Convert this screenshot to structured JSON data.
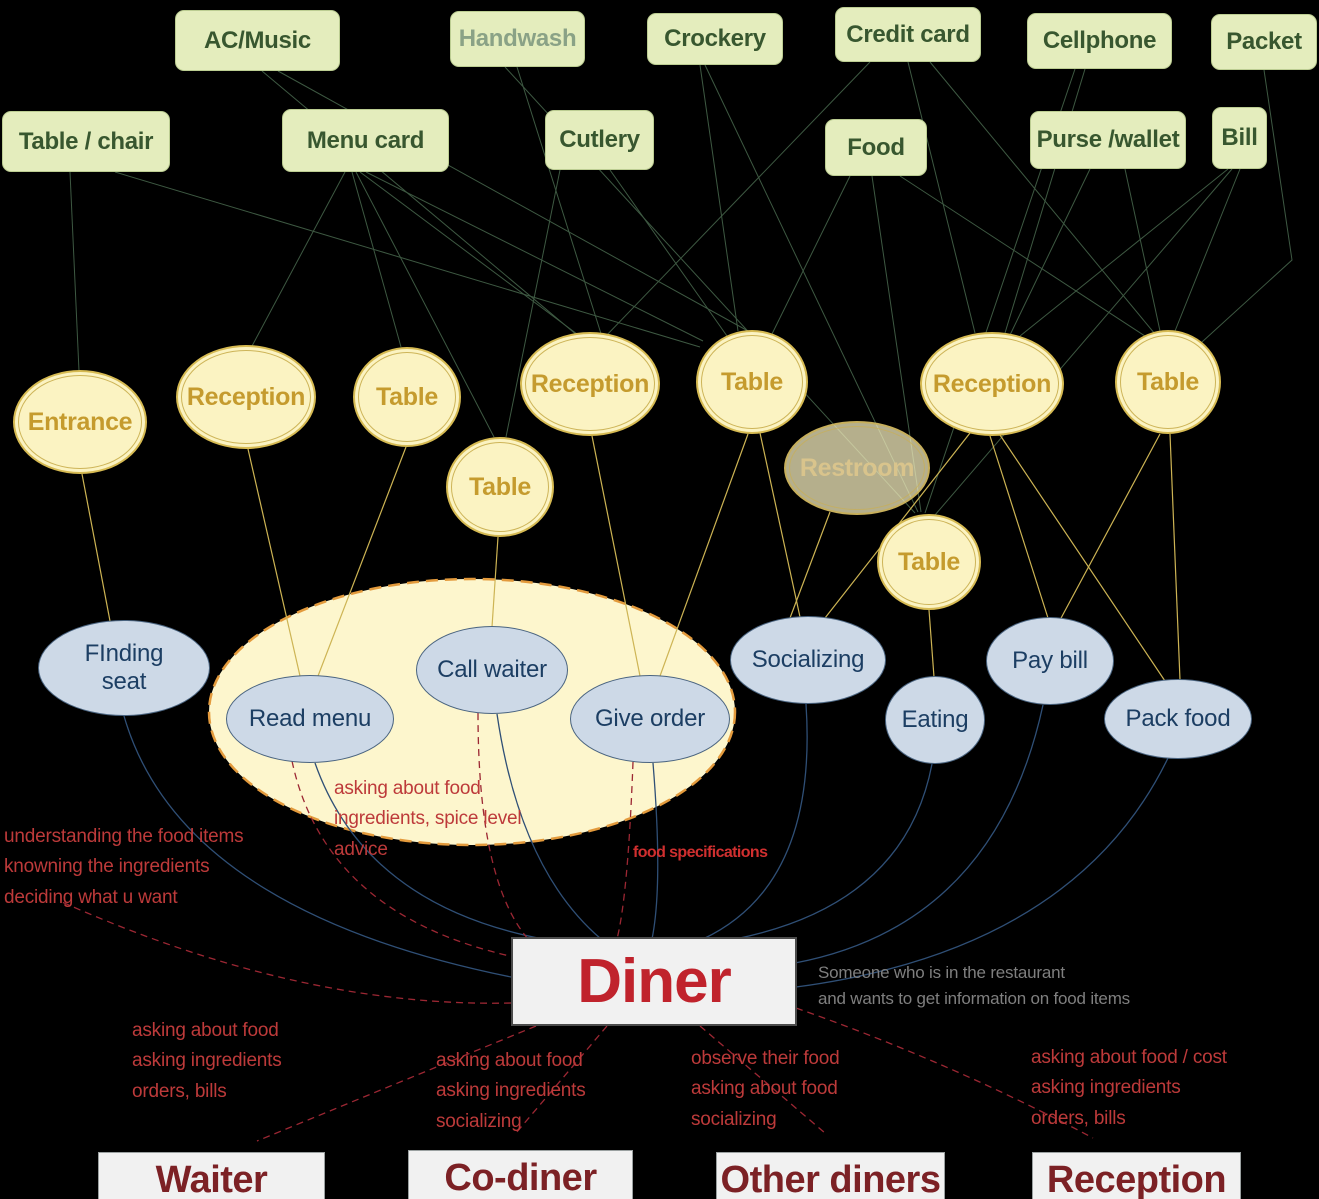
{
  "colors": {
    "background": "#000000",
    "resource_box_fill": "#e4edbd",
    "resource_text": "#38572f",
    "location_fill": "#fbf3c2",
    "location_text": "#c59b2e",
    "activity_fill": "#cdd9e7",
    "activity_text": "#1c3e63",
    "resource_edge": "#45634a",
    "location_edge": "#cdb454",
    "activity_edge": "#2f4f76",
    "diner_edge": "#9c2733",
    "diner_text": "#c0232c",
    "actor_text": "#7c2125",
    "annotation_text": "#bd3a3a",
    "group_ellipse_border": "#e39a3c"
  },
  "resources": [
    {
      "label": "AC/Music"
    },
    {
      "label": "Handwash"
    },
    {
      "label": "Crockery"
    },
    {
      "label": "Credit card"
    },
    {
      "label": "Cellphone"
    },
    {
      "label": "Packet"
    },
    {
      "label": "Table / chair"
    },
    {
      "label": "Menu card"
    },
    {
      "label": "Cutlery"
    },
    {
      "label": "Food"
    },
    {
      "label": "Purse /wallet"
    },
    {
      "label": "Bill"
    }
  ],
  "locations": [
    {
      "label": "Entrance"
    },
    {
      "label": "Reception"
    },
    {
      "label": "Table"
    },
    {
      "label": "Table"
    },
    {
      "label": "Reception"
    },
    {
      "label": "Table"
    },
    {
      "label": "Restroom"
    },
    {
      "label": "Reception"
    },
    {
      "label": "Table"
    },
    {
      "label": "Table"
    }
  ],
  "activities": [
    {
      "label": "FInding seat"
    },
    {
      "label": "Read menu"
    },
    {
      "label": "Call waiter"
    },
    {
      "label": "Give order"
    },
    {
      "label": "Socializing"
    },
    {
      "label": "Eating"
    },
    {
      "label": "Pay bill"
    },
    {
      "label": "Pack food"
    }
  ],
  "diner": {
    "label": "Diner",
    "caption": "Someone who is in the restaurant\nand wants to get information on food items"
  },
  "actors": [
    {
      "label": "Waiter"
    },
    {
      "label": "Co-diner"
    },
    {
      "label": "Other diners"
    },
    {
      "label": "Reception"
    }
  ],
  "annotations": {
    "finding_seat_note": "understanding the food items\nknowning the ingredients\ndeciding what u want",
    "read_menu_note": "asking about food\ningredients, spice level\nadvice",
    "give_order_note": "food specifications",
    "waiter_note": "asking about food\nasking ingredients\norders, bills",
    "codiner_note": "asking about food\nasking ingredients\nsocializing",
    "other_diners_note": "observe their food\nasking about food\nsocializing",
    "reception_note": "asking about food / cost\nasking ingredients\norders, bills"
  }
}
